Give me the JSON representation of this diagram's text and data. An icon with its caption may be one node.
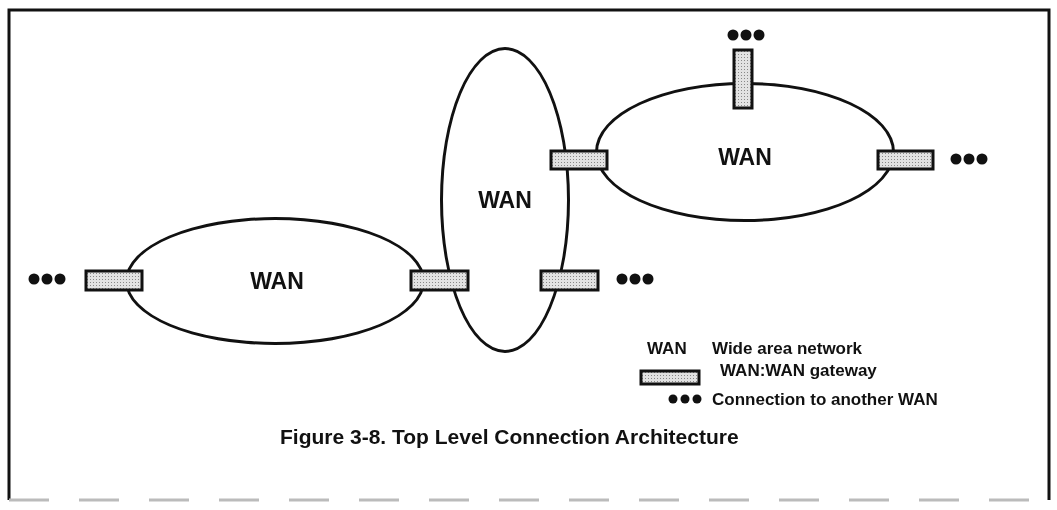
{
  "diagram": {
    "caption": "Figure 3-8. Top Level Connection Architecture",
    "nodes": [
      {
        "text": [
          "WAN"
        ]
      },
      {
        "text": [
          "WAN"
        ]
      },
      {
        "text": [
          "WAN"
        ]
      }
    ],
    "labels": [
      "WAN"
    ],
    "legend": [
      {
        "text": "Wide area network"
      },
      {
        "text": "WAN:WAN gateway"
      },
      {
        "text": "Connection to another WAN"
      }
    ]
  }
}
